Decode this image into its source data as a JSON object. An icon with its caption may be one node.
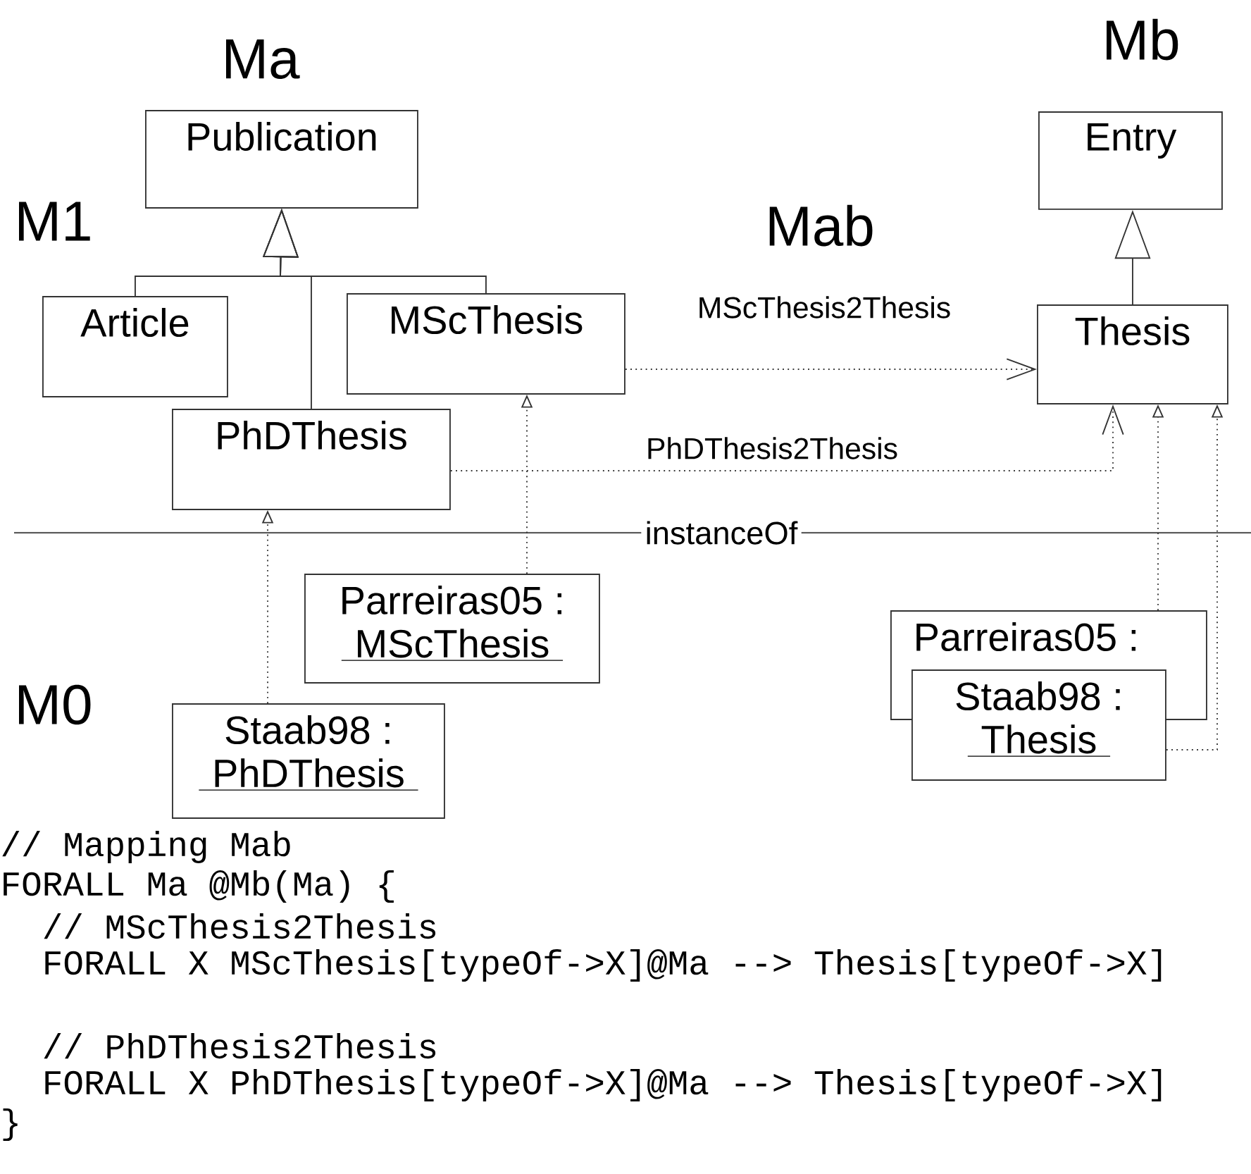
{
  "diagram": {
    "nodes": [
      {
        "text": [
          "Publication"
        ]
      },
      {
        "text": [
          "Article"
        ]
      },
      {
        "text": [
          "MScThesis"
        ]
      },
      {
        "text": [
          "PhDThesis"
        ]
      },
      {
        "text": [
          "Entry"
        ]
      },
      {
        "text": [
          "Thesis"
        ]
      },
      {
        "text": [
          "Parreiras05 :",
          "MScThesis"
        ]
      },
      {
        "text": [
          "Staab98 :",
          "PhDThesis"
        ]
      },
      {
        "text": [
          "Parreiras05 :"
        ]
      },
      {
        "text": [
          "Staab98 :",
          "Thesis"
        ]
      }
    ],
    "edges": [
      {
        "from": 1,
        "to": 0,
        "arrow": "to"
      },
      {
        "from": 2,
        "to": 0,
        "arrow": "to"
      },
      {
        "from": 3,
        "to": 0,
        "arrow": "to"
      },
      {
        "from": 5,
        "to": 4,
        "arrow": "to"
      },
      {
        "from": 2,
        "to": 5,
        "arrow": "to",
        "label": "MScThesis2Thesis",
        "style": "dashed"
      },
      {
        "from": 3,
        "to": 5,
        "arrow": "to",
        "label": "PhDThesis2Thesis",
        "style": "dashed"
      },
      {
        "from": 6,
        "to": 2,
        "arrow": "to",
        "style": "dashed"
      },
      {
        "from": 7,
        "to": 3,
        "arrow": "to",
        "style": "dashed"
      },
      {
        "from": 8,
        "to": 5,
        "arrow": "to",
        "style": "dashed"
      },
      {
        "from": 9,
        "to": 5,
        "arrow": "to",
        "style": "dashed"
      }
    ],
    "labels": [
      "Ma",
      "Mb",
      "M1",
      "Mab",
      "instanceOf",
      "M0",
      "// Mapping Mab",
      "FORALL Ma @Mb(Ma) {",
      "// MScThesis2Thesis",
      "FORALL X MScThesis[typeOf->X]@Ma --> Thesis[typeOf->X]",
      "// PhDThesis2Thesis",
      "FORALL X PhDThesis[typeOf->X]@Ma --> Thesis[typeOf->X]",
      "}"
    ]
  }
}
